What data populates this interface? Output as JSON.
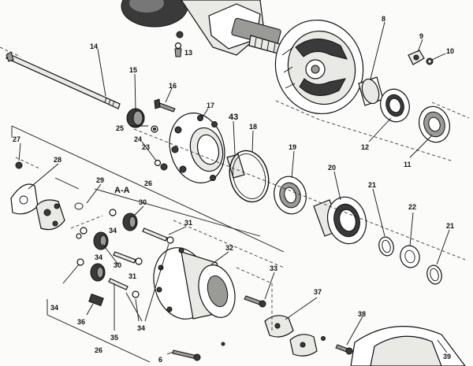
{
  "labels": {
    "l6": "6",
    "l8": "8",
    "l9": "9",
    "l10": "10",
    "l11": "11",
    "l12": "12",
    "l13": "13",
    "l14": "14",
    "l15": "15",
    "l16": "16",
    "l17": "17",
    "l18": "18",
    "l19": "19",
    "l20": "20",
    "l21a": "21",
    "l21b": "21",
    "l22": "22",
    "l23": "23",
    "l24": "24",
    "l25": "25",
    "l26a": "26",
    "l26b": "26",
    "l27": "27",
    "l28": "28",
    "l29": "29",
    "l30a": "30",
    "l30b": "30",
    "l31a": "31",
    "l31b": "31",
    "l32": "32",
    "l33": "33",
    "l34a": "34",
    "l34b": "34",
    "l34c": "34",
    "l34d": "34",
    "l35": "35",
    "l36": "36",
    "l37": "37",
    "l38": "38",
    "l39": "39",
    "l43": "43",
    "la4": "A-A"
  }
}
